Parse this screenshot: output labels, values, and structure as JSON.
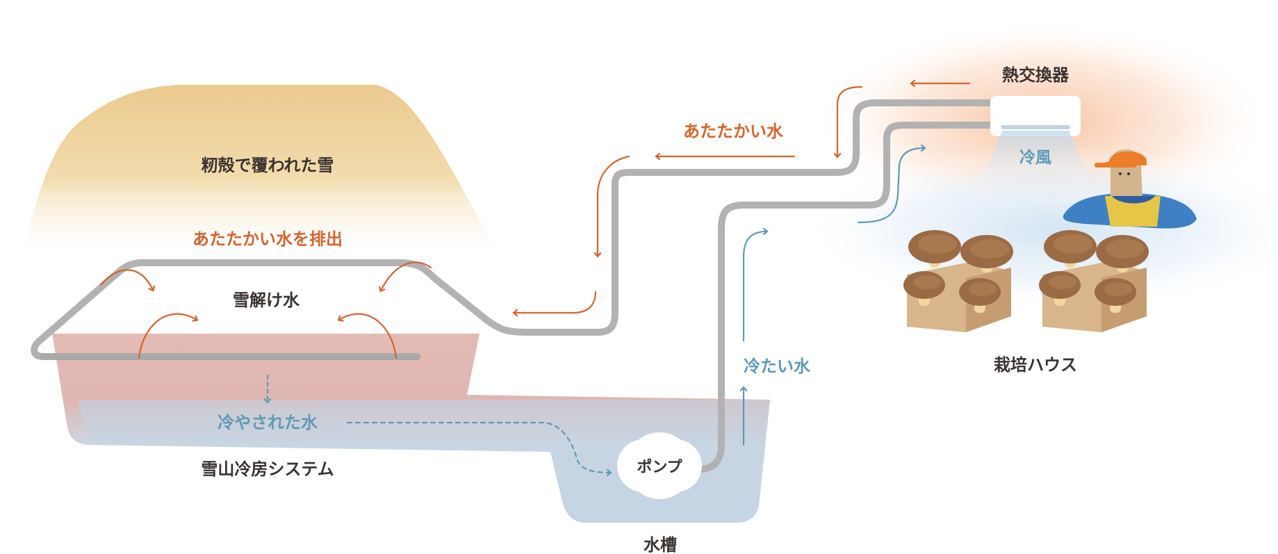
{
  "labels": {
    "snow_mound": "籾殻で覆われた雪",
    "discharge_warm": "あたたかい水を排出",
    "meltwater": "雪解け水",
    "cooled_water": "冷やされた水",
    "system_name": "雪山冷房システム",
    "pump": "ポンプ",
    "tank": "水槽",
    "cold_water": "冷たい水",
    "warm_water": "あたたかい水",
    "heat_exchanger": "熱交換器",
    "cold_air": "冷風",
    "greenhouse": "栽培ハウス"
  },
  "colors": {
    "warm": "#d9622b",
    "cool": "#5d9ab8",
    "pipe": "#b2b2b2",
    "water": "#c4d5e4",
    "snow": "#ecc98e",
    "text": "#3a3230"
  },
  "icons": {
    "worker": "farmer-with-cap-icon",
    "mushrooms": "shiitake-log-icon",
    "ac": "air-conditioner-icon"
  }
}
